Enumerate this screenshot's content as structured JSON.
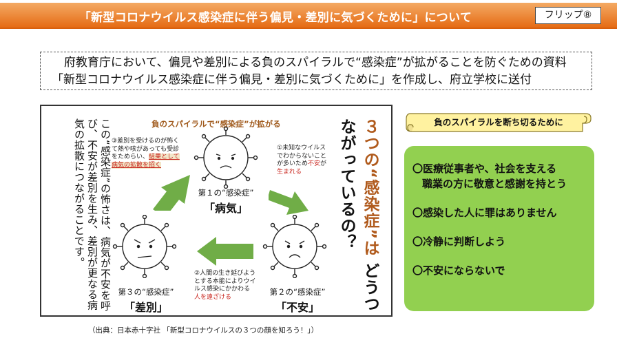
{
  "header": {
    "title": "「新型コロナウイルス感染症に伴う偏見・差別に気づくために」について",
    "flip_label": "フリップ⑧"
  },
  "intro": {
    "line1": "府教育庁において、偏見や差別による負のスパイラルで“感染症”が拡がることを防ぐための資料",
    "line2": "「新型コロナウイルス感染症に伴う偏見・差別に気づくために」を作成し、府立学校に送付"
  },
  "figure": {
    "description": "この“感染症”の怖さは、病気が不安を呼び、不安が差別を生み、差別が更なる病気の拡散につながることです。",
    "question_part1": "３つの“感染症”は",
    "question_part2": "どうつながっているの？",
    "spiral_title": "負のスパイラルで“感染症”が拡がる",
    "infections": [
      {
        "label": "第１の“感染症”",
        "name": "「病気」"
      },
      {
        "label": "第２の“感染症”",
        "name": "「不安」"
      },
      {
        "label": "第３の“感染症”",
        "name": "「差別」"
      }
    ],
    "note1": {
      "line1": "①未知なウイルス",
      "line2": "でわからないこと",
      "line3a": "が多いため",
      "line3b": "不安",
      "line3c": "が",
      "line4": "生まれる"
    },
    "note2": {
      "line1": "②人間の生き延びよう",
      "line2": "とする本能によりウイ",
      "line3": "ルス感染にかかわる",
      "line4": "人を遠ざける"
    },
    "note3": {
      "line1": "③差別を受けるのが怖く",
      "line2": "て熱や咳があっても受診",
      "line3a": "をためらい、",
      "line3b": "結果として",
      "line4": "病気の拡散を招く"
    },
    "source": "（出典：日本赤十字社 「新型コロナウイルスの３つの顔を知ろう！」）"
  },
  "right_panel": {
    "scroll_title": "負のスパイラルを断ち切るために",
    "items": [
      {
        "line1": "〇医療従事者や、社会を支える",
        "line2": "職業の方に敬意と感謝を持とう"
      },
      {
        "line1": "〇感染した人に罪はありません"
      },
      {
        "line1": "〇冷静に判断しよう"
      },
      {
        "line1": "〇不安にならないで"
      }
    ]
  },
  "colors": {
    "header_orange": "#e56b14",
    "panel_green": "#92d050",
    "scroll_yellow": "#fff2a0",
    "arrow_green": "#70ad47",
    "accent_brown": "#b05a1c",
    "note_red": "#c8241c"
  },
  "icons": [
    "virus-illustration",
    "curved-arrow",
    "scroll-banner"
  ]
}
